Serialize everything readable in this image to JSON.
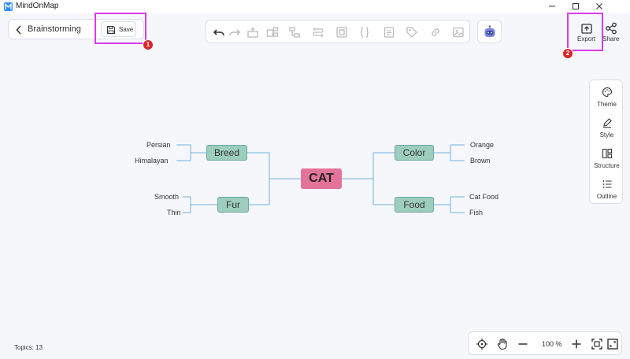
{
  "window": {
    "app_title": "MindOnMap"
  },
  "header": {
    "back_label": "Brainstorming",
    "save_label": "Save"
  },
  "annotations": {
    "step1": "1",
    "step2": "2"
  },
  "toolbar": {
    "icons": [
      "undo-icon",
      "redo-icon",
      "add-subtopic-icon",
      "add-sibling-icon",
      "add-parent-icon",
      "relation-icon",
      "summary-icon",
      "braces-icon",
      "note-icon",
      "tag-icon",
      "link-icon",
      "image-icon"
    ],
    "ai_icon": "ai-robot-icon"
  },
  "actions": {
    "export_label": "Export",
    "share_label": "Share"
  },
  "side_panel": {
    "items": [
      {
        "label": "Theme",
        "icon": "palette-icon"
      },
      {
        "label": "Style",
        "icon": "brush-icon"
      },
      {
        "label": "Structure",
        "icon": "structure-icon"
      },
      {
        "label": "Outline",
        "icon": "outline-icon"
      }
    ]
  },
  "mindmap": {
    "root": "CAT",
    "branches": [
      {
        "label": "Breed",
        "children": [
          "Persian",
          "Himalayan"
        ]
      },
      {
        "label": "Fur",
        "children": [
          "Smooth",
          "Thin"
        ]
      },
      {
        "label": "Color",
        "children": [
          "Orange",
          "Brown"
        ]
      },
      {
        "label": "Food",
        "children": [
          "Cat Food",
          "Fish"
        ]
      }
    ],
    "colors": {
      "root_fill": "#e4739a",
      "branch_fill": "#9dcdbd",
      "line": "#6fb0e0"
    }
  },
  "status": {
    "topics": "Topics:  13"
  },
  "zoom": {
    "value": "100 %"
  },
  "highlight_color": "#d93ce9"
}
